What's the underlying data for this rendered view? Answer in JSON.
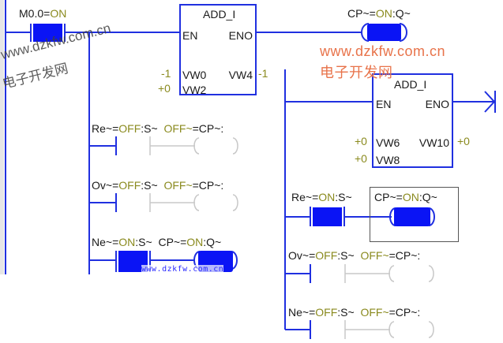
{
  "colors": {
    "wire": "#2030e0",
    "energized_fill": "#0a14f5",
    "inactive": "#c8c8c8",
    "status_text": "#8a8a1e",
    "watermark": "#e8734a"
  },
  "left_network": {
    "contact_main": {
      "address": "M0.0",
      "eq": "=",
      "state": "ON"
    },
    "add_block": {
      "title": "ADD_I",
      "en": "EN",
      "eno": "ENO",
      "in1": "VW0",
      "in1_value": "-1",
      "in2": "VW2",
      "in2_value": "+0",
      "out": "VW4",
      "out_value": "-1"
    },
    "coil_out": {
      "prefix": "CP~",
      "eq": "=",
      "state": "ON",
      "suffix": ":Q~"
    },
    "branches": [
      {
        "contact_prefix": "Re~",
        "eq": "=",
        "contact_state": "OFF",
        "contact_suffix": ":S~",
        "coil_state": "OFF~",
        "coil_suffix": "=CP~:",
        "active": false
      },
      {
        "contact_prefix": "Ov~",
        "eq": "=",
        "contact_state": "OFF",
        "contact_suffix": ":S~",
        "coil_state": "OFF~",
        "coil_suffix": "=CP~:",
        "active": false
      },
      {
        "contact_prefix": "Ne~",
        "eq": "=",
        "contact_state": "ON",
        "contact_suffix": ":S~",
        "coil_prefix": "CP~",
        "coil_eq": "=",
        "coil_state": "ON",
        "coil_suffix": ":Q~",
        "active": true
      }
    ]
  },
  "right_network": {
    "add_block": {
      "title": "ADD_I",
      "en": "EN",
      "eno": "ENO",
      "in1": "VW6",
      "in1_value": "+0",
      "in2": "VW8",
      "in2_value": "+0",
      "out": "VW10",
      "out_value": "+0"
    },
    "branches": [
      {
        "contact_prefix": "Re~",
        "eq": "=",
        "contact_state": "ON",
        "contact_suffix": ":S~",
        "coil_prefix": "CP~",
        "coil_eq": "=",
        "coil_state": "ON",
        "coil_suffix": ":Q~",
        "active": true
      },
      {
        "contact_prefix": "Ov~",
        "eq": "=",
        "contact_state": "OFF",
        "contact_suffix": ":S~",
        "coil_state": "OFF~",
        "coil_suffix": "=CP~:",
        "active": false
      },
      {
        "contact_prefix": "Ne~",
        "eq": "=",
        "contact_state": "OFF",
        "contact_suffix": ":S~",
        "coil_state": "OFF~",
        "coil_suffix": "=CP~:",
        "active": false
      }
    ]
  },
  "watermarks": {
    "url": "www.dzkfw.com.cn",
    "name": "电子开发网",
    "small_url": "www.dzkfw.com.cn"
  }
}
